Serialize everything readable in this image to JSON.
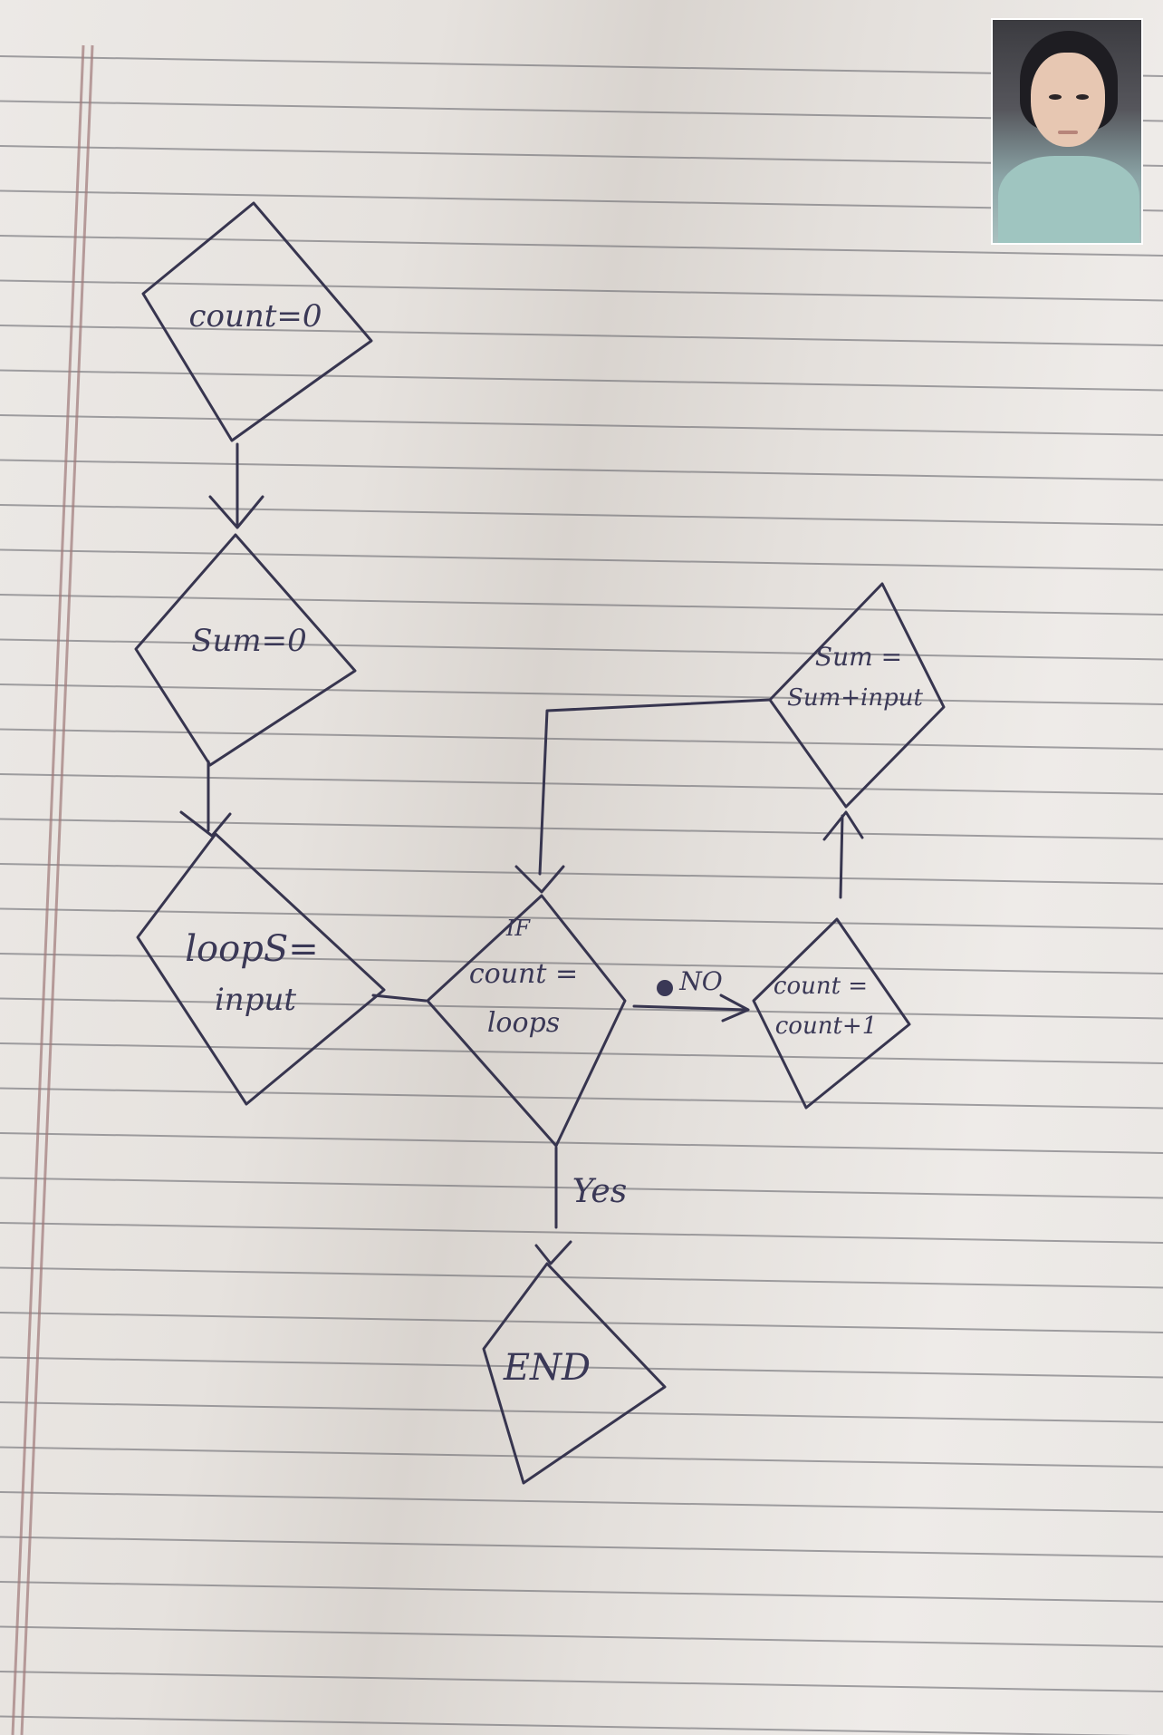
{
  "flowchart": {
    "nodes": [
      {
        "id": "init-count",
        "lines": [
          "count=0"
        ]
      },
      {
        "id": "init-sum",
        "lines": [
          "Sum=0"
        ]
      },
      {
        "id": "read-loops",
        "lines": [
          "loopS=",
          "input"
        ]
      },
      {
        "id": "condition",
        "lines": [
          "IF",
          "count =",
          "loops"
        ]
      },
      {
        "id": "increment",
        "lines": [
          "count =",
          "count+1"
        ]
      },
      {
        "id": "accumulate",
        "lines": [
          "Sum =",
          "Sum+input"
        ]
      },
      {
        "id": "end",
        "lines": [
          "END"
        ]
      }
    ],
    "edges": [
      {
        "from": "init-count",
        "to": "init-sum",
        "label": ""
      },
      {
        "from": "init-sum",
        "to": "read-loops",
        "label": ""
      },
      {
        "from": "read-loops",
        "to": "condition",
        "label": ""
      },
      {
        "from": "condition",
        "to": "increment",
        "label": "NO"
      },
      {
        "from": "increment",
        "to": "accumulate",
        "label": ""
      },
      {
        "from": "accumulate",
        "to": "condition",
        "label": ""
      },
      {
        "from": "condition",
        "to": "end",
        "label": "Yes"
      }
    ]
  },
  "colors": {
    "ink": "#37354f",
    "paper": "#e9e5e1",
    "rule": "#5f5f66",
    "margin": "#a07a7a"
  },
  "video_call": {
    "thumbnail": "person-video-thumbnail"
  }
}
